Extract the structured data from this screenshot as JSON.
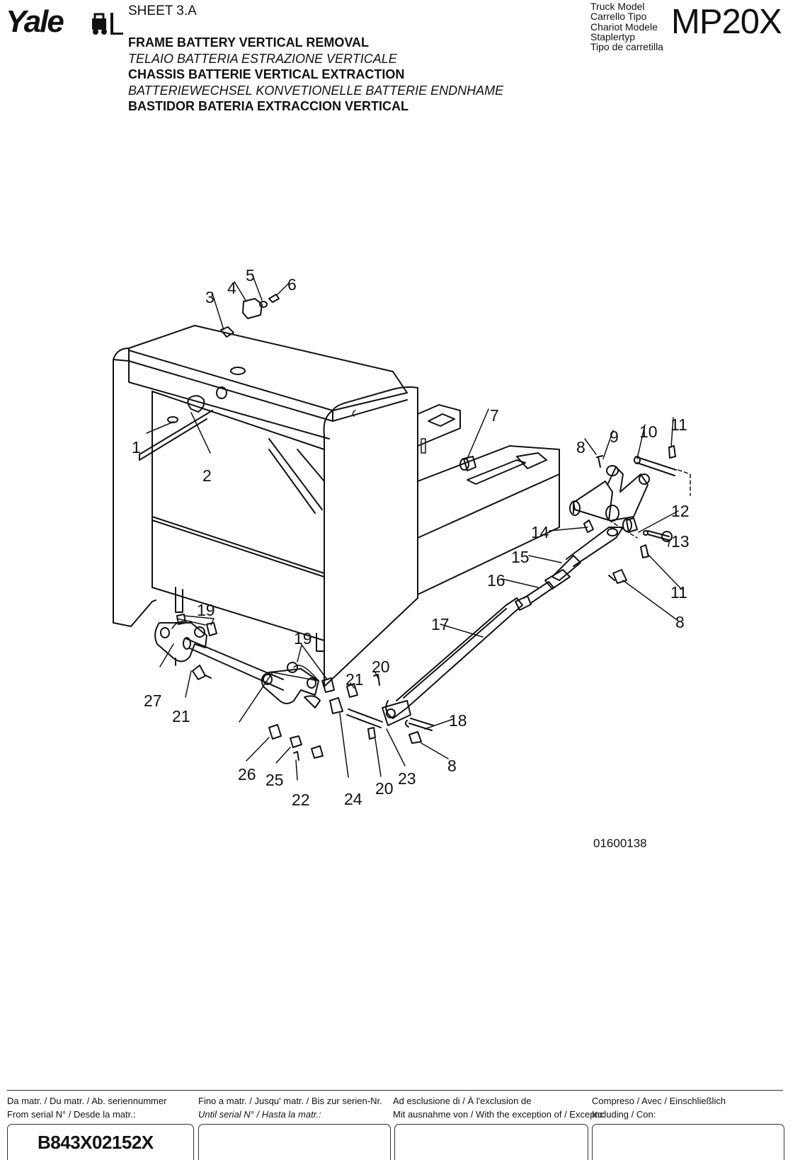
{
  "header": {
    "logo_text": "Yale",
    "sheet": "SHEET 3.A",
    "titles": [
      "FRAME BATTERY VERTICAL REMOVAL",
      "TELAIO BATTERIA  ESTRAZIONE VERTICALE",
      "CHASSIS BATTERIE VERTICAL EXTRACTION",
      "BATTERIEWECHSEL  KONVETIONELLE BATTERIE ENDNHAME",
      "BASTIDOR BATERIA EXTRACCION VERTICAL"
    ],
    "model_labels": [
      "Truck Model",
      "Carrello Tipo",
      "Chariot Modele",
      "Staplertyp",
      "Tipo de carretilla"
    ],
    "model": "MP20X"
  },
  "diagram": {
    "callouts": [
      "1",
      "2",
      "3",
      "4",
      "5",
      "6",
      "7",
      "8",
      "9",
      "10",
      "11",
      "12",
      "13",
      "11",
      "8",
      "14",
      "15",
      "16",
      "17",
      "18",
      "19",
      "19",
      "20",
      "21",
      "21",
      "27",
      "26",
      "25",
      "22",
      "24",
      "20",
      "23",
      "8"
    ],
    "reference_number": "01600138"
  },
  "footer": {
    "col1_line1": "Da matr. / Du matr. / Ab. seriennummer",
    "col1_line2": "From serial N° / Desde la matr.:",
    "col2_line1": "Fino a matr. / Jusqu' matr. / Bis zur serien-Nr.",
    "col2_line2": "Until serial N° / Hasta la matr.:",
    "col3_line1": "Ad esclusione di / À l'exclusion de",
    "col3_line2": "Mit ausnahme von / With the exception of / Excepto:",
    "col4_line1": "Compreso / Avec / Einschließlich",
    "col4_line2": "Including / Con:",
    "serial_from": "B843X02152X"
  }
}
